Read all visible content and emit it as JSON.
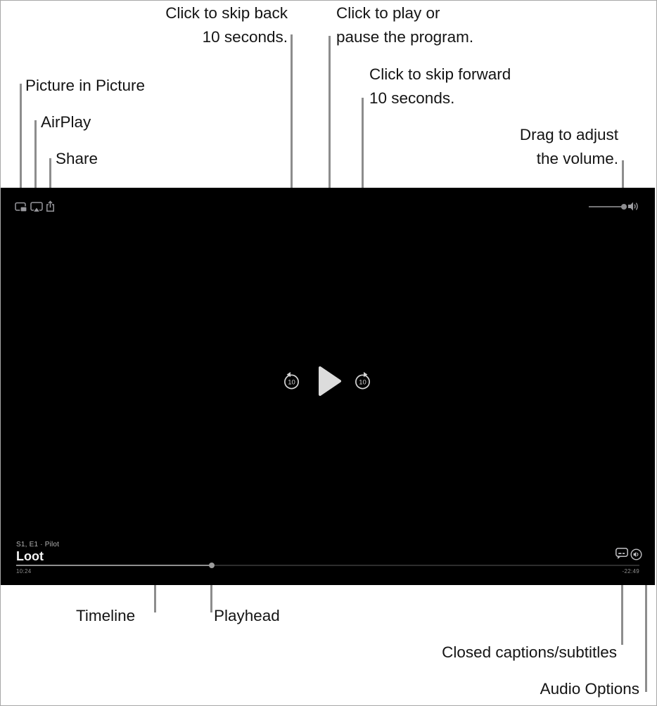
{
  "colors": {
    "player_background": "#000000",
    "callout_line": "#8d8d8d",
    "callout_text": "#141414",
    "top_icon_gray": "#98989d",
    "control_light": "#d9d9d9",
    "timeline_played": "#8f8f8f",
    "timeline_remaining": "#2d2d2d"
  },
  "callouts": {
    "skip_back_line1": "Click to skip back",
    "skip_back_line2": "10 seconds.",
    "play_pause_line1": "Click to play or",
    "play_pause_line2": "pause the program.",
    "skip_forward_line1": "Click to skip forward",
    "skip_forward_line2": "10 seconds.",
    "volume_line1": "Drag to adjust",
    "volume_line2": "the volume.",
    "pip": "Picture in Picture",
    "airplay": "AirPlay",
    "share": "Share",
    "timeline": "Timeline",
    "playhead": "Playhead",
    "captions": "Closed captions/subtitles",
    "audio_options": "Audio Options"
  },
  "player": {
    "metadata": "S1, E1 · Pilot",
    "title": "Loot",
    "elapsed": "10:24",
    "remaining": "-22:49",
    "skip_amount": "10",
    "progress_percent": 31,
    "icons": {
      "top_left": [
        "pip-icon",
        "airplay-icon",
        "share-icon"
      ],
      "top_right": [
        "volume-icon"
      ],
      "center": [
        "skip-back-10-icon",
        "play-icon",
        "skip-forward-10-icon"
      ],
      "bottom_right": [
        "captions-icon",
        "audio-options-icon"
      ]
    }
  }
}
